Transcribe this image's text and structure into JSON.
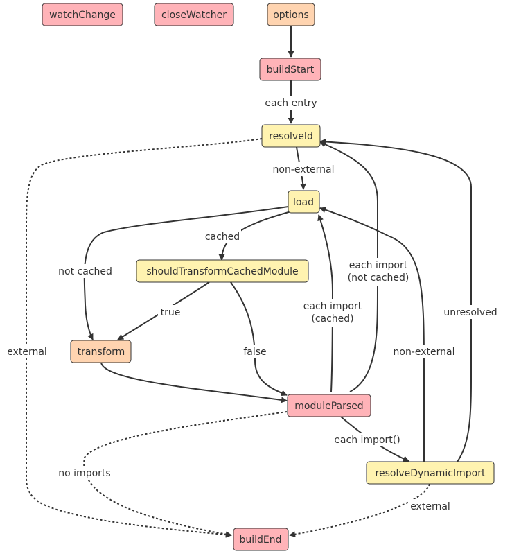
{
  "colors": {
    "sync": "#ffb3b8",
    "sequential": "#ffd4b0",
    "first": "#fff3b0",
    "border": "#333333",
    "text": "#333333"
  },
  "nodes": {
    "watchChange": {
      "label": "watchChange",
      "kind": "sync"
    },
    "closeWatcher": {
      "label": "closeWatcher",
      "kind": "sync"
    },
    "options": {
      "label": "options",
      "kind": "sequential"
    },
    "buildStart": {
      "label": "buildStart",
      "kind": "sync"
    },
    "resolveId": {
      "label": "resolveId",
      "kind": "first"
    },
    "load": {
      "label": "load",
      "kind": "first"
    },
    "shouldTransformCachedModule": {
      "label": "shouldTransformCachedModule",
      "kind": "first"
    },
    "transform": {
      "label": "transform",
      "kind": "sequential"
    },
    "moduleParsed": {
      "label": "moduleParsed",
      "kind": "sync"
    },
    "resolveDynamicImport": {
      "label": "resolveDynamicImport",
      "kind": "first"
    },
    "buildEnd": {
      "label": "buildEnd",
      "kind": "sync"
    }
  },
  "edges": {
    "options_buildStart": {
      "label": ""
    },
    "buildStart_resolveId": {
      "label": "each entry"
    },
    "resolveId_load": {
      "label": "non-external"
    },
    "resolveId_buildEnd": {
      "label": "external"
    },
    "load_shouldTransform": {
      "label": "cached"
    },
    "load_transform": {
      "label": "not cached"
    },
    "shouldTransform_transform": {
      "label": "true"
    },
    "shouldTransform_moduleParsed": {
      "label": "false"
    },
    "transform_moduleParsed": {
      "label": ""
    },
    "moduleParsed_load": {
      "label": "each import\n(cached)"
    },
    "moduleParsed_resolveId": {
      "label": "each import\n(not cached)"
    },
    "moduleParsed_resolveDynamicImport": {
      "label": "each import()"
    },
    "moduleParsed_buildEnd": {
      "label": "no imports"
    },
    "resolveDynamicImport_resolveId": {
      "label": "unresolved"
    },
    "resolveDynamicImport_load": {
      "label": "non-external"
    },
    "resolveDynamicImport_buildEnd": {
      "label": "external"
    }
  }
}
